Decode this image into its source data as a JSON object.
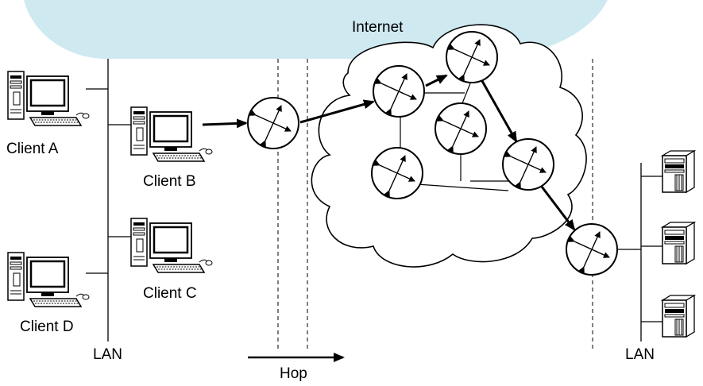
{
  "labels": {
    "internet": "Internet",
    "client_a": "Client A",
    "client_b": "Client B",
    "client_c": "Client C",
    "client_d": "Client D",
    "lan_left": "LAN",
    "lan_right": "LAN",
    "hop": "Hop"
  },
  "colors": {
    "sky": "#cfe9f1",
    "line": "#000000",
    "background": "#ffffff"
  }
}
